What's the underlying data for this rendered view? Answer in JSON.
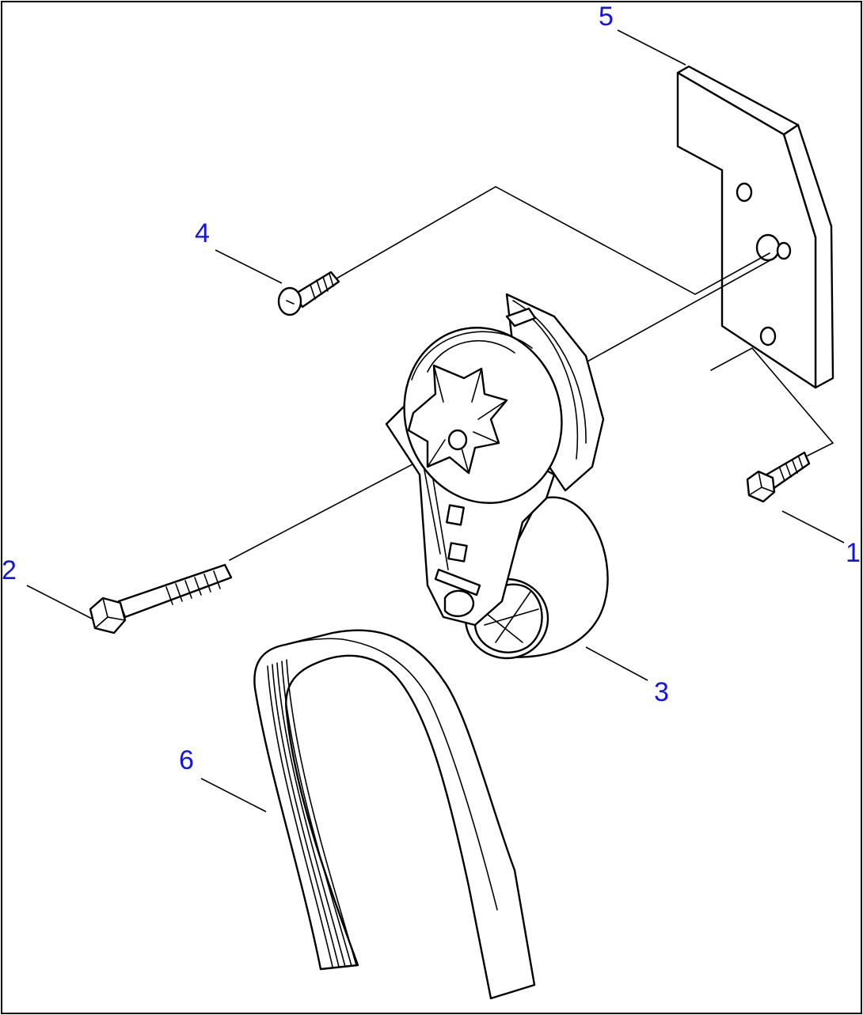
{
  "callouts": [
    {
      "id": "1",
      "label": "1"
    },
    {
      "id": "2",
      "label": "2"
    },
    {
      "id": "3",
      "label": "3"
    },
    {
      "id": "4",
      "label": "4"
    },
    {
      "id": "5",
      "label": "5"
    },
    {
      "id": "6",
      "label": "6"
    }
  ],
  "colors": {
    "callout": "#1414e6",
    "line": "#000000",
    "background": "#ffffff"
  }
}
